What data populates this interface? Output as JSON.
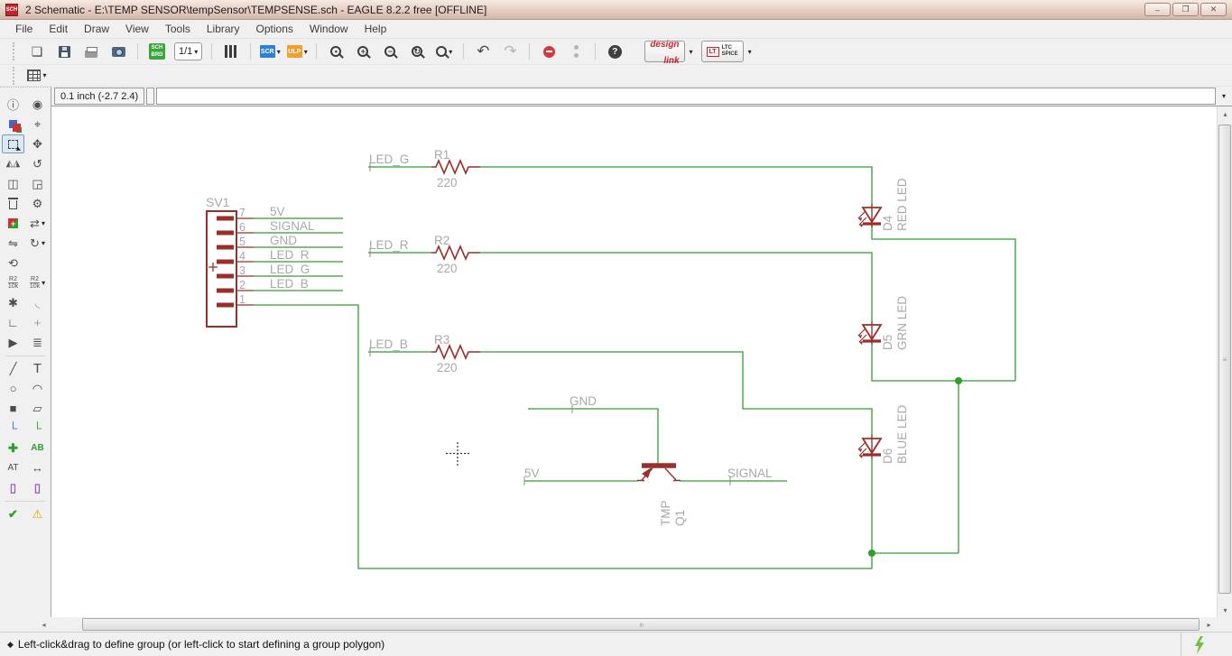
{
  "window": {
    "title": "2 Schematic - E:\\TEMP SENSOR\\tempSensor\\TEMPSENSE.sch - EAGLE 8.2.2 free [OFFLINE]",
    "minimize": "–",
    "restore": "❐",
    "close": "✕"
  },
  "menu": {
    "items": [
      "File",
      "Edit",
      "Draw",
      "View",
      "Tools",
      "Library",
      "Options",
      "Window",
      "Help"
    ]
  },
  "toolbar": {
    "sheet": "1/1",
    "schbrd_line1": "SCH",
    "schbrd_line2": "BRD",
    "scr": "SCR",
    "ulp": "ULP",
    "design_word1": "design",
    "design_word2": "link",
    "lt_logo": "LT",
    "ltspice_line1": "LTC",
    "ltspice_line2": "SPICE"
  },
  "coordbar": {
    "position": "0.1 inch (-2.7 2.4)",
    "command": ""
  },
  "name_value_tool": {
    "name": "R2",
    "value": "10k"
  },
  "icons": {
    "open": "❏",
    "undo": "↶",
    "redo": "↷",
    "help": "?",
    "dropdown": "▾",
    "zoom_fit": "▪",
    "zoom_in": "+",
    "zoom_out": "−",
    "zoom_redraw": "↻",
    "zoom_select": "",
    "info": "ⓘ",
    "show": "◉",
    "mark": "⌖",
    "move": "✥",
    "mirror": "◭◮",
    "rotate": "↺",
    "copy": "◫",
    "paste": "◲",
    "change": "⚙",
    "pinswap": "⇄",
    "replace": "⇋",
    "gateswap": "↻",
    "swap": "⟲",
    "smash": "✱",
    "miter": "◟",
    "split": "∟",
    "invoke": "+",
    "optimize": "▶",
    "align": "≣",
    "wire": "╱",
    "text": "T",
    "circle": "○",
    "arc": "◠",
    "rect": "■",
    "polygon": "▱",
    "bus": "└",
    "net": "└",
    "junction": "✚",
    "label": "AB",
    "attribute": "AT",
    "dimension": "↔",
    "module": "▯",
    "port": "▯",
    "erc": "✔",
    "errors": "⚠",
    "scroll_left": "◂",
    "scroll_right": "▸",
    "scroll_up": "▴",
    "scroll_down": "▾",
    "grip": "≡"
  },
  "schematic": {
    "connector": {
      "name": "SV1",
      "pins": [
        {
          "number": "7",
          "net": "5V"
        },
        {
          "number": "6",
          "net": "SIGNAL"
        },
        {
          "number": "5",
          "net": "GND"
        },
        {
          "number": "4",
          "net": "LED_R"
        },
        {
          "number": "3",
          "net": "LED_G"
        },
        {
          "number": "2",
          "net": "LED_B"
        },
        {
          "number": "1",
          "net": ""
        }
      ]
    },
    "resistors": [
      {
        "name": "R1",
        "value": "220",
        "net_label": "LED_G"
      },
      {
        "name": "R2",
        "value": "220",
        "net_label": "LED_R"
      },
      {
        "name": "R3",
        "value": "220",
        "net_label": "LED_B"
      }
    ],
    "leds": [
      {
        "name": "D4",
        "type": "RED LED"
      },
      {
        "name": "D5",
        "type": "GRN LED"
      },
      {
        "name": "D6",
        "type": "BLUE LED"
      }
    ],
    "transistor": {
      "value": "TMP",
      "name": "Q1",
      "net_top": "GND",
      "net_left": "5V",
      "net_right": "SIGNAL"
    }
  },
  "statusbar": {
    "bullet": "◆",
    "message": "Left-click&drag to define group (or left-click to start defining a group polygon)"
  },
  "colors": {
    "net": "#2f9e2f",
    "symbol": "#9a2f2a",
    "label": "#a8a8a8"
  }
}
